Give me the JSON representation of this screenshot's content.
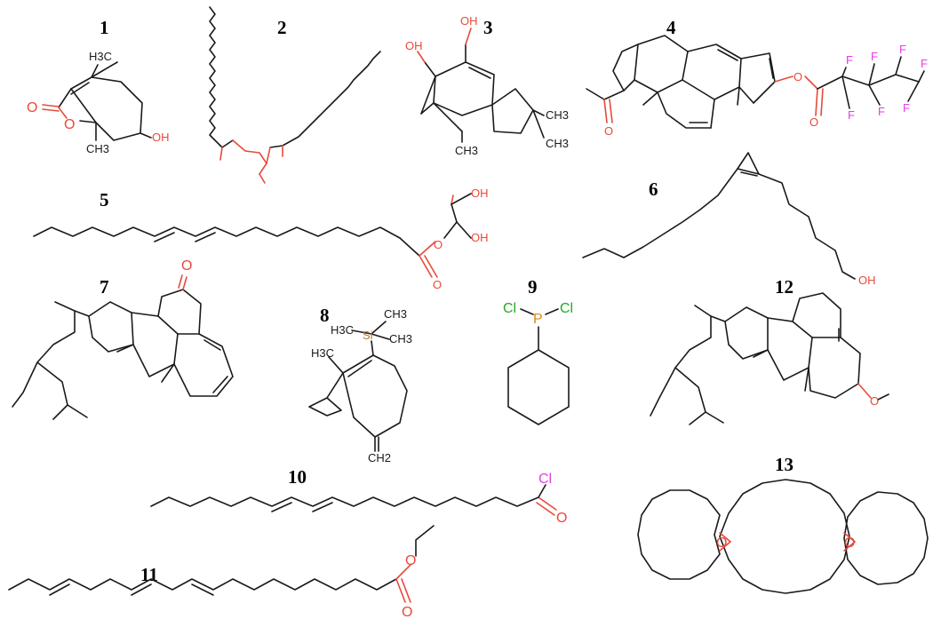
{
  "colors": {
    "bond": "#1a1a1a",
    "oxygen": "#e8493a",
    "fluorine": "#e63ce6",
    "chlorine_acyl": "#e63ce6",
    "chlorine_p": "#22aa22",
    "phosphorus": "#d98a1a",
    "silicon": "#b07a3a",
    "label": "#000000"
  },
  "structures": [
    {
      "number": "1",
      "atoms": [
        "H3C",
        "O",
        "O",
        "OH",
        "CH3"
      ]
    },
    {
      "number": "2",
      "atoms": []
    },
    {
      "number": "3",
      "atoms": [
        "OH",
        "OH",
        "CH3",
        "CH3",
        "CH3"
      ]
    },
    {
      "number": "4",
      "atoms": [
        "O",
        "O",
        "O",
        "F",
        "F",
        "F",
        "F",
        "F",
        "F",
        "F"
      ]
    },
    {
      "number": "5",
      "atoms": [
        "OH",
        "OH",
        "O",
        "O"
      ]
    },
    {
      "number": "6",
      "atoms": [
        "OH"
      ]
    },
    {
      "number": "7",
      "atoms": [
        "O"
      ]
    },
    {
      "number": "8",
      "atoms": [
        "Si",
        "H3C",
        "CH3",
        "CH3",
        "H3C",
        "CH2"
      ]
    },
    {
      "number": "9",
      "atoms": [
        "Cl",
        "P",
        "Cl"
      ]
    },
    {
      "number": "10",
      "atoms": [
        "Cl",
        "O"
      ]
    },
    {
      "number": "11",
      "atoms": [
        "O",
        "O"
      ]
    },
    {
      "number": "12",
      "atoms": [
        "O"
      ]
    },
    {
      "number": "13",
      "atoms": [
        "O",
        "O"
      ]
    }
  ]
}
